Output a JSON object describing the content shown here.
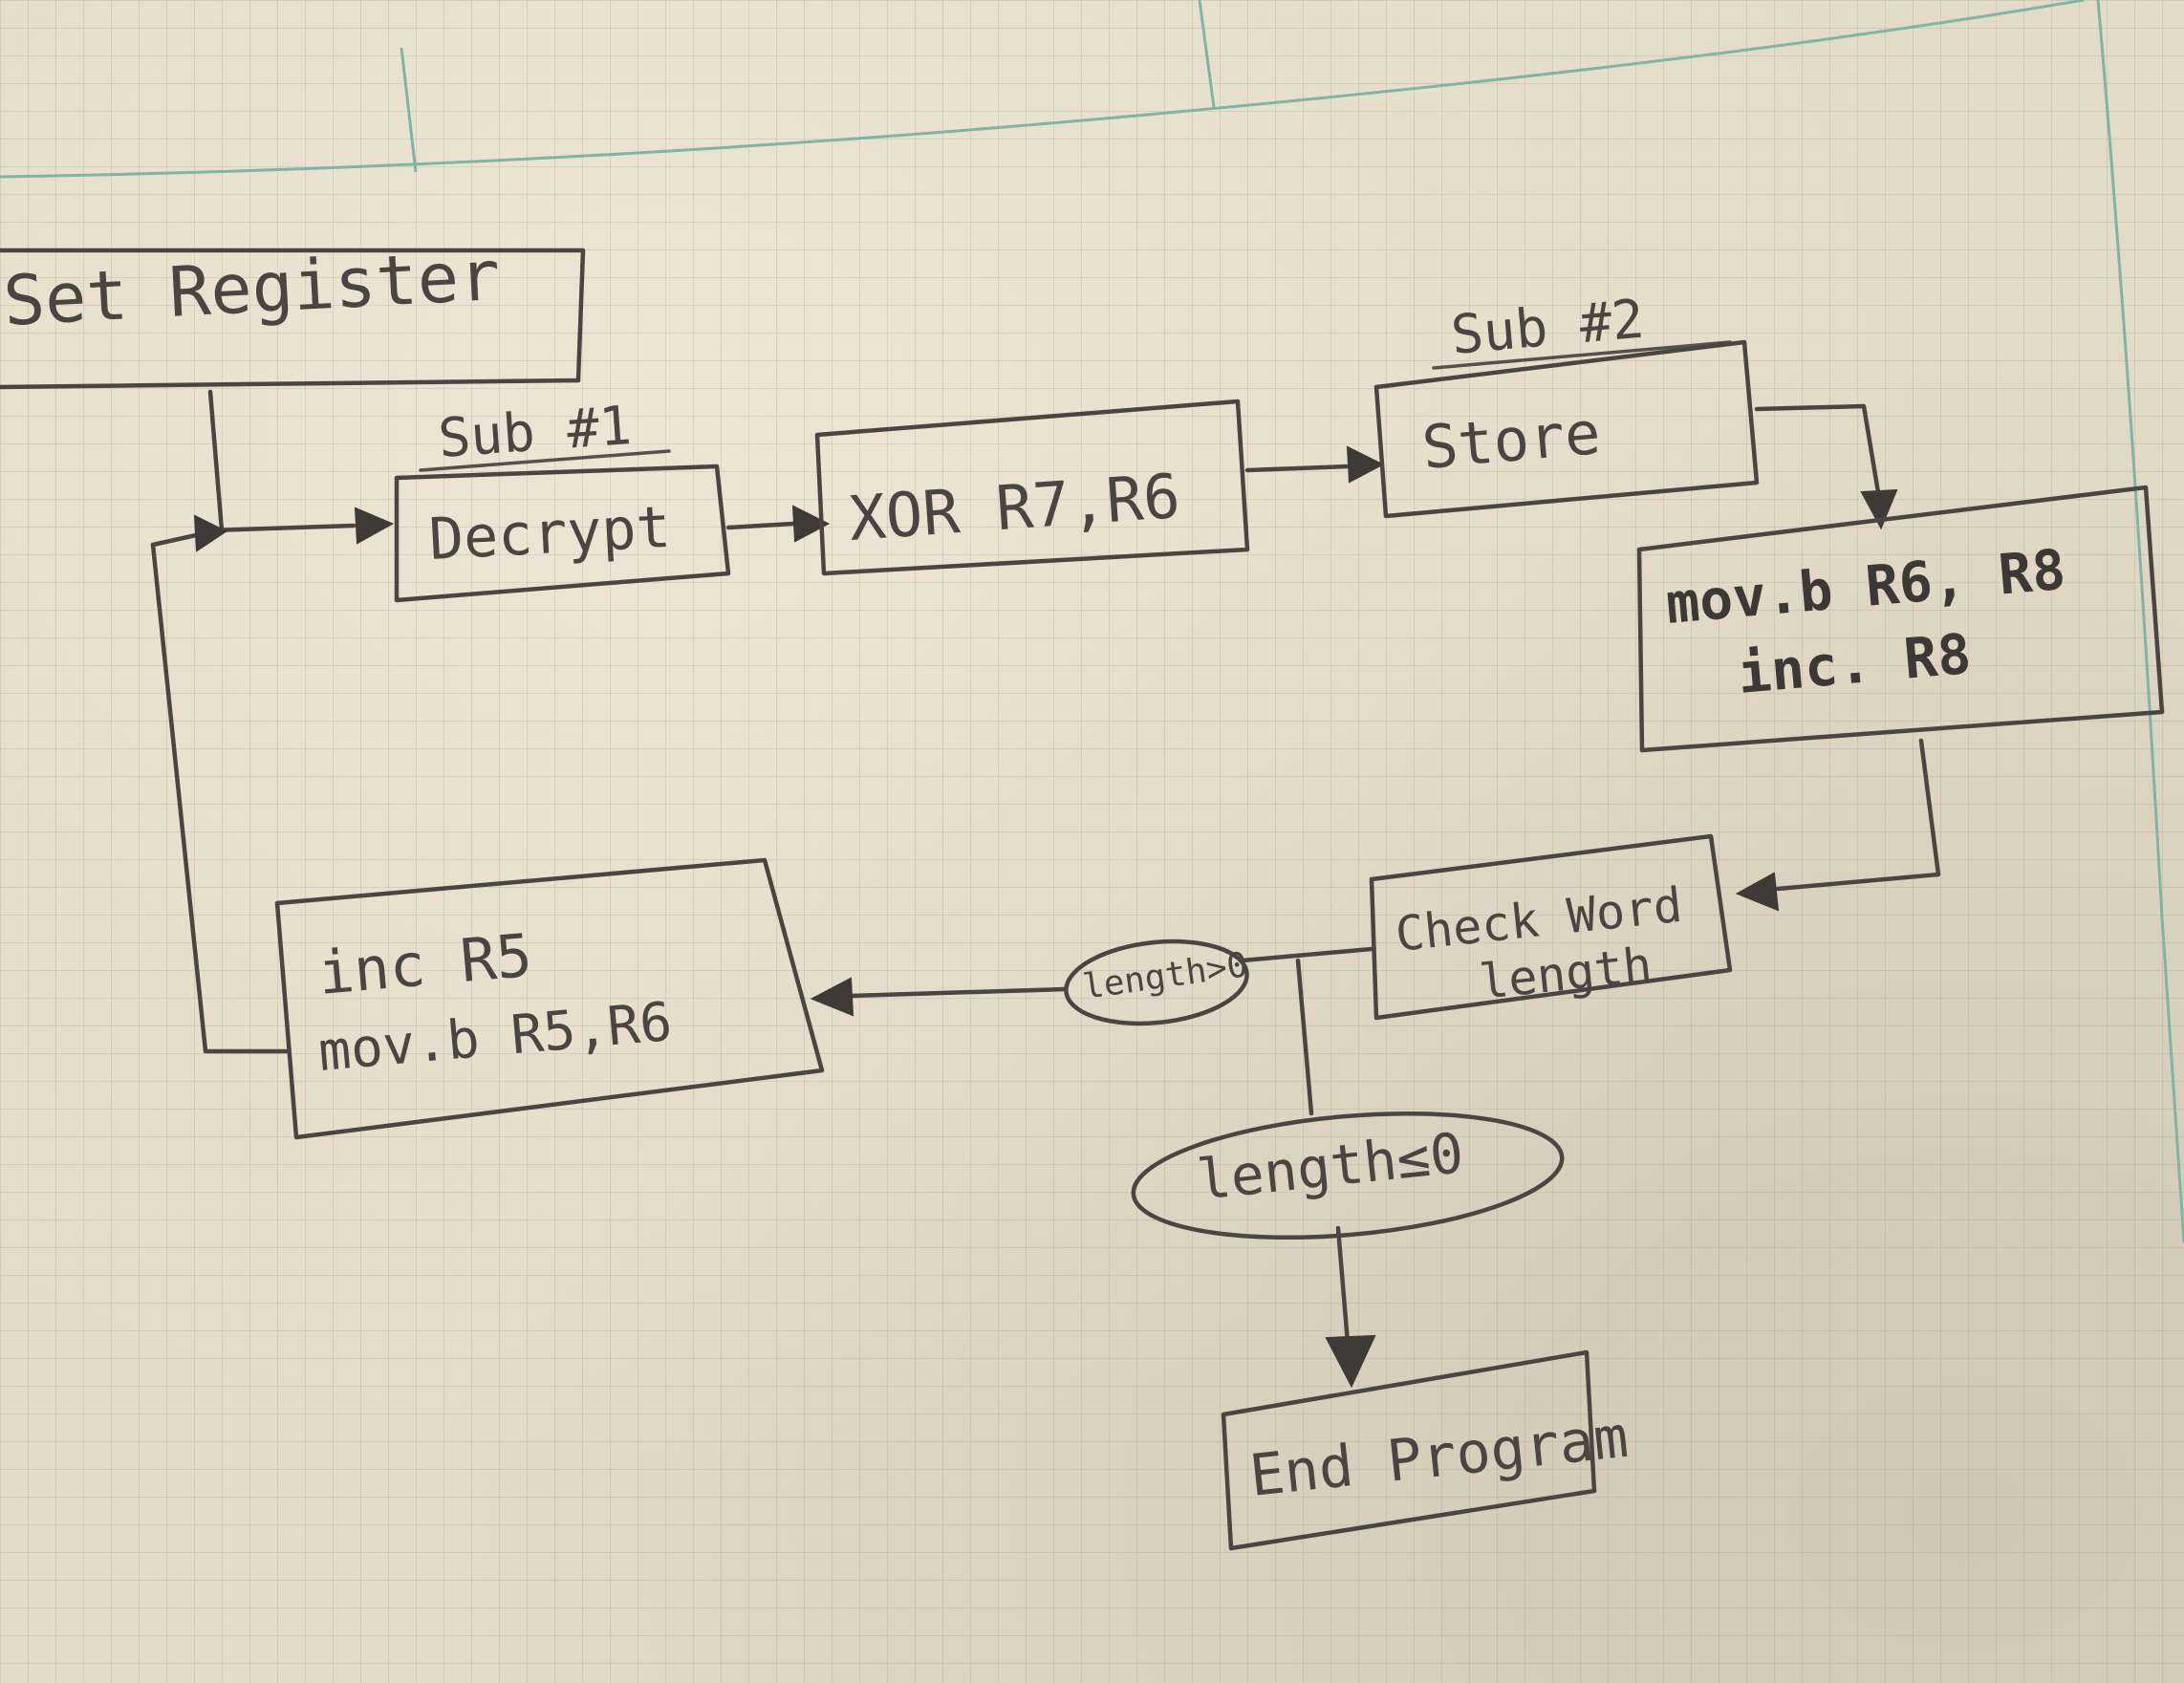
{
  "diagram": {
    "nodes": {
      "set_register": "Set Register",
      "decrypt": "Decrypt",
      "xor": "XOR R7,R6",
      "store": "Store",
      "mov_line1": "mov.b R6, R8",
      "mov_line2": "inc. R8",
      "check_line1": "Check Word",
      "check_line2": "length",
      "inc_line1": "inc R5",
      "inc_line2": "mov.b R5,R6",
      "end": "End Program"
    },
    "labels": {
      "sub1": "Sub #1",
      "sub2": "Sub #2"
    },
    "conditions": {
      "length_gt_0": "length>0",
      "length_le_0": "length≤0"
    }
  }
}
